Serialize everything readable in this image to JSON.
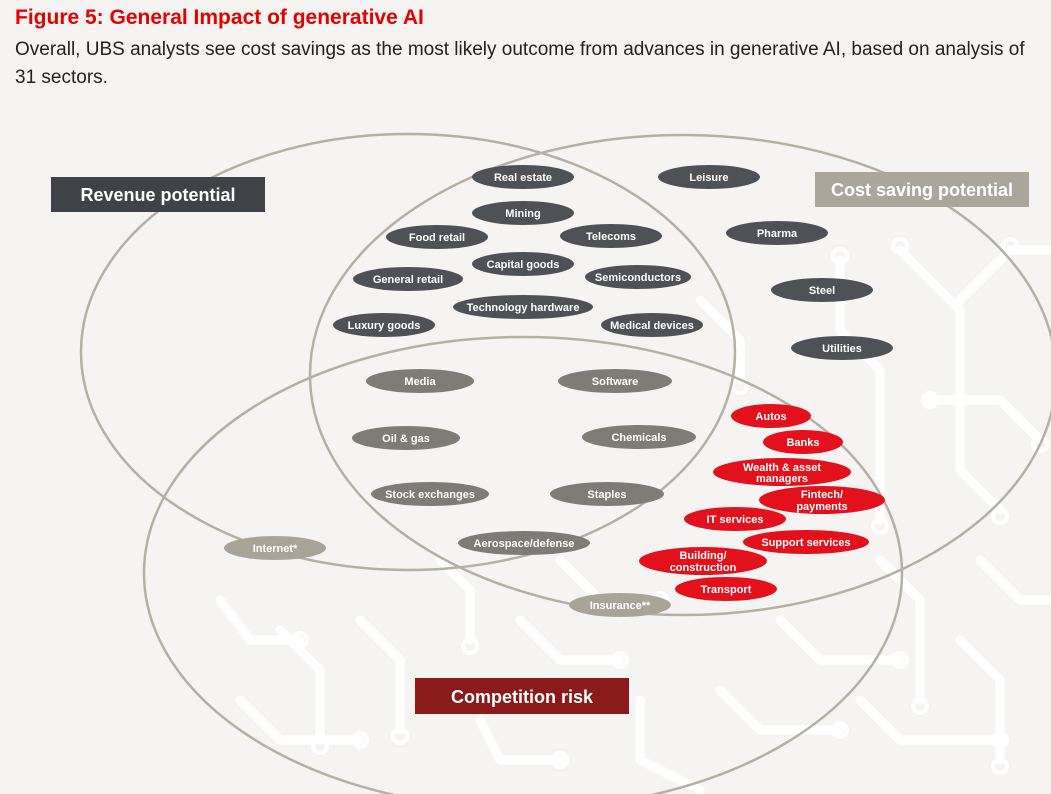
{
  "figure": {
    "title": "Figure 5: General Impact of generative AI",
    "subtitle": "Overall, UBS analysts see cost savings as the most likely outcome from advances in generative AI, based on analysis of 31 sectors."
  },
  "sets": {
    "revenue": "Revenue potential",
    "cost": "Cost saving potential",
    "competition": "Competition risk"
  },
  "colors": {
    "background": "#f5f4f2",
    "circle_stroke": "#b5b0a6",
    "dark_pill": "#4e5257",
    "mid_pill": "#7d7c77",
    "light_pill": "#a8a497",
    "red_pill": "#e3111b",
    "revenue_label_bg": "#3f4247",
    "cost_label_bg": "#aaa79a",
    "competition_label_bg": "#8b1a1a"
  },
  "sectors": {
    "real_estate": "Real estate",
    "leisure": "Leisure",
    "mining": "Mining",
    "food_retail": "Food retail",
    "telecoms": "Telecoms",
    "pharma": "Pharma",
    "capital_goods": "Capital goods",
    "general_retail": "General retail",
    "semiconductors": "Semiconductors",
    "steel": "Steel",
    "technology_hardware": "Technology hardware",
    "luxury_goods": "Luxury goods",
    "medical_devices": "Medical devices",
    "utilities": "Utilities",
    "media": "Media",
    "software": "Software",
    "autos": "Autos",
    "oil_gas": "Oil & gas",
    "chemicals": "Chemicals",
    "banks": "Banks",
    "wealth_asset_managers": [
      "Wealth & asset",
      "managers"
    ],
    "stock_exchanges": "Stock exchanges",
    "staples": "Staples",
    "fintech_payments": [
      "Fintech/",
      "payments"
    ],
    "it_services": "IT services",
    "internet": "Internet*",
    "aerospace_defense": "Aerospace/defense",
    "support_services": "Support services",
    "building_construction": [
      "Building/",
      "construction"
    ],
    "transport": "Transport",
    "insurance": "Insurance**"
  }
}
